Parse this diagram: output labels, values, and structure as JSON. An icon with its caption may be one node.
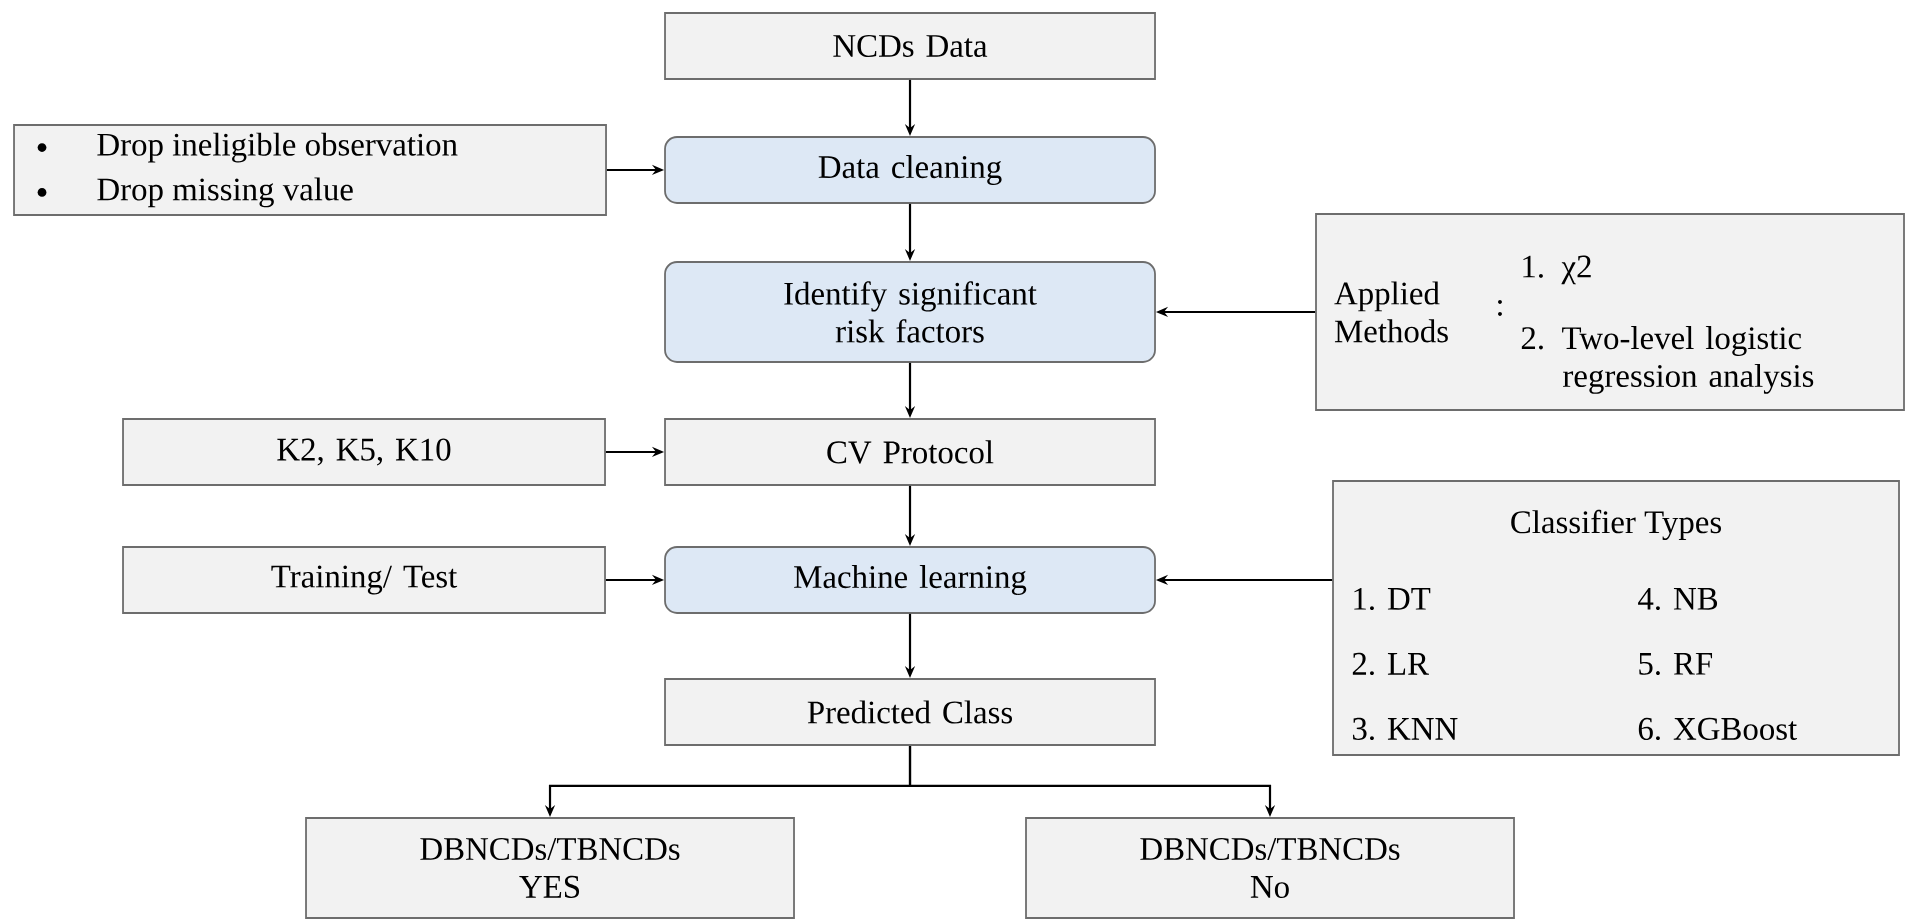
{
  "diagram": {
    "nodes": [
      {
        "text": [
          "NCDs Data"
        ]
      },
      {
        "text": [
          "Drop ineligible observation",
          "Drop missing value"
        ]
      },
      {
        "text": [
          "Data cleaning"
        ]
      },
      {
        "text": [
          "Identify significant risk factors"
        ]
      },
      {
        "text": [
          "Applied Methods",
          ":",
          "1. χ2",
          "2. Two-level logistic regression analysis"
        ]
      },
      {
        "text": [
          "K2, K5, K10"
        ]
      },
      {
        "text": [
          "CV Protocol"
        ]
      },
      {
        "text": [
          "Training/ Test"
        ]
      },
      {
        "text": [
          "Machine learning"
        ]
      },
      {
        "text": [
          "Classifier Types",
          "1. DT",
          "4. NB",
          "2. LR",
          "5. RF",
          "3. KNN",
          "6. XGBoost"
        ]
      },
      {
        "text": [
          "Predicted Class"
        ]
      },
      {
        "text": [
          "DBNCDs/TBNCDs YES"
        ]
      },
      {
        "text": [
          "DBNCDs/TBNCDs No"
        ]
      }
    ],
    "edges": [
      {
        "from": 0,
        "to": 2,
        "arrow": "to"
      },
      {
        "from": 1,
        "to": 2,
        "arrow": "to"
      },
      {
        "from": 2,
        "to": 3,
        "arrow": "to"
      },
      {
        "from": 4,
        "to": 3,
        "arrow": "to"
      },
      {
        "from": 3,
        "to": 6,
        "arrow": "to"
      },
      {
        "from": 5,
        "to": 6,
        "arrow": "to"
      },
      {
        "from": 6,
        "to": 8,
        "arrow": "to"
      },
      {
        "from": 7,
        "to": 8,
        "arrow": "to"
      },
      {
        "from": 9,
        "to": 8,
        "arrow": "to"
      },
      {
        "from": 8,
        "to": 10,
        "arrow": "to"
      },
      {
        "from": 10,
        "to": 11,
        "arrow": "to"
      },
      {
        "from": 10,
        "to": 12,
        "arrow": "to"
      }
    ]
  }
}
